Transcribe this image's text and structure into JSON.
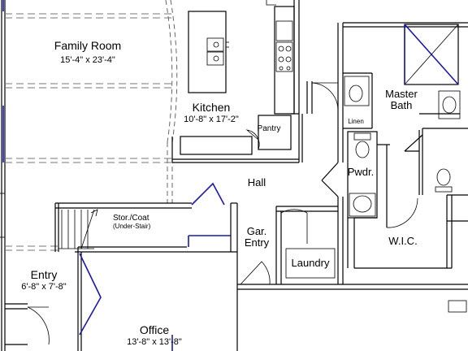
{
  "rooms": {
    "family_room": {
      "name": "Family Room",
      "dims": "15'-4\" x 23'-4\""
    },
    "kitchen": {
      "name": "Kitchen",
      "dims": "10'-8\" x 17'-2\""
    },
    "pantry": {
      "name": "Pantry"
    },
    "master_bath": {
      "name_line1": "Master",
      "name_line2": "Bath"
    },
    "linen": {
      "name": "Linen"
    },
    "powder": {
      "name": "Pwdr."
    },
    "hall": {
      "name": "Hall"
    },
    "stor_coat": {
      "name": "Stor./Coat",
      "note": "(Under-Stair)"
    },
    "garage_entry": {
      "name_line1": "Gar.",
      "name_line2": "Entry"
    },
    "laundry": {
      "name": "Laundry"
    },
    "wic": {
      "name": "W.I.C."
    },
    "entry": {
      "name": "Entry",
      "dims": "6'-8\" x 7'-8\""
    },
    "office": {
      "name": "Office",
      "dims": "13'-8\" x 13'-8\""
    }
  },
  "colors": {
    "walls": "#000000",
    "doors_windows": "#1a1aa8",
    "dashed": "#777777"
  }
}
